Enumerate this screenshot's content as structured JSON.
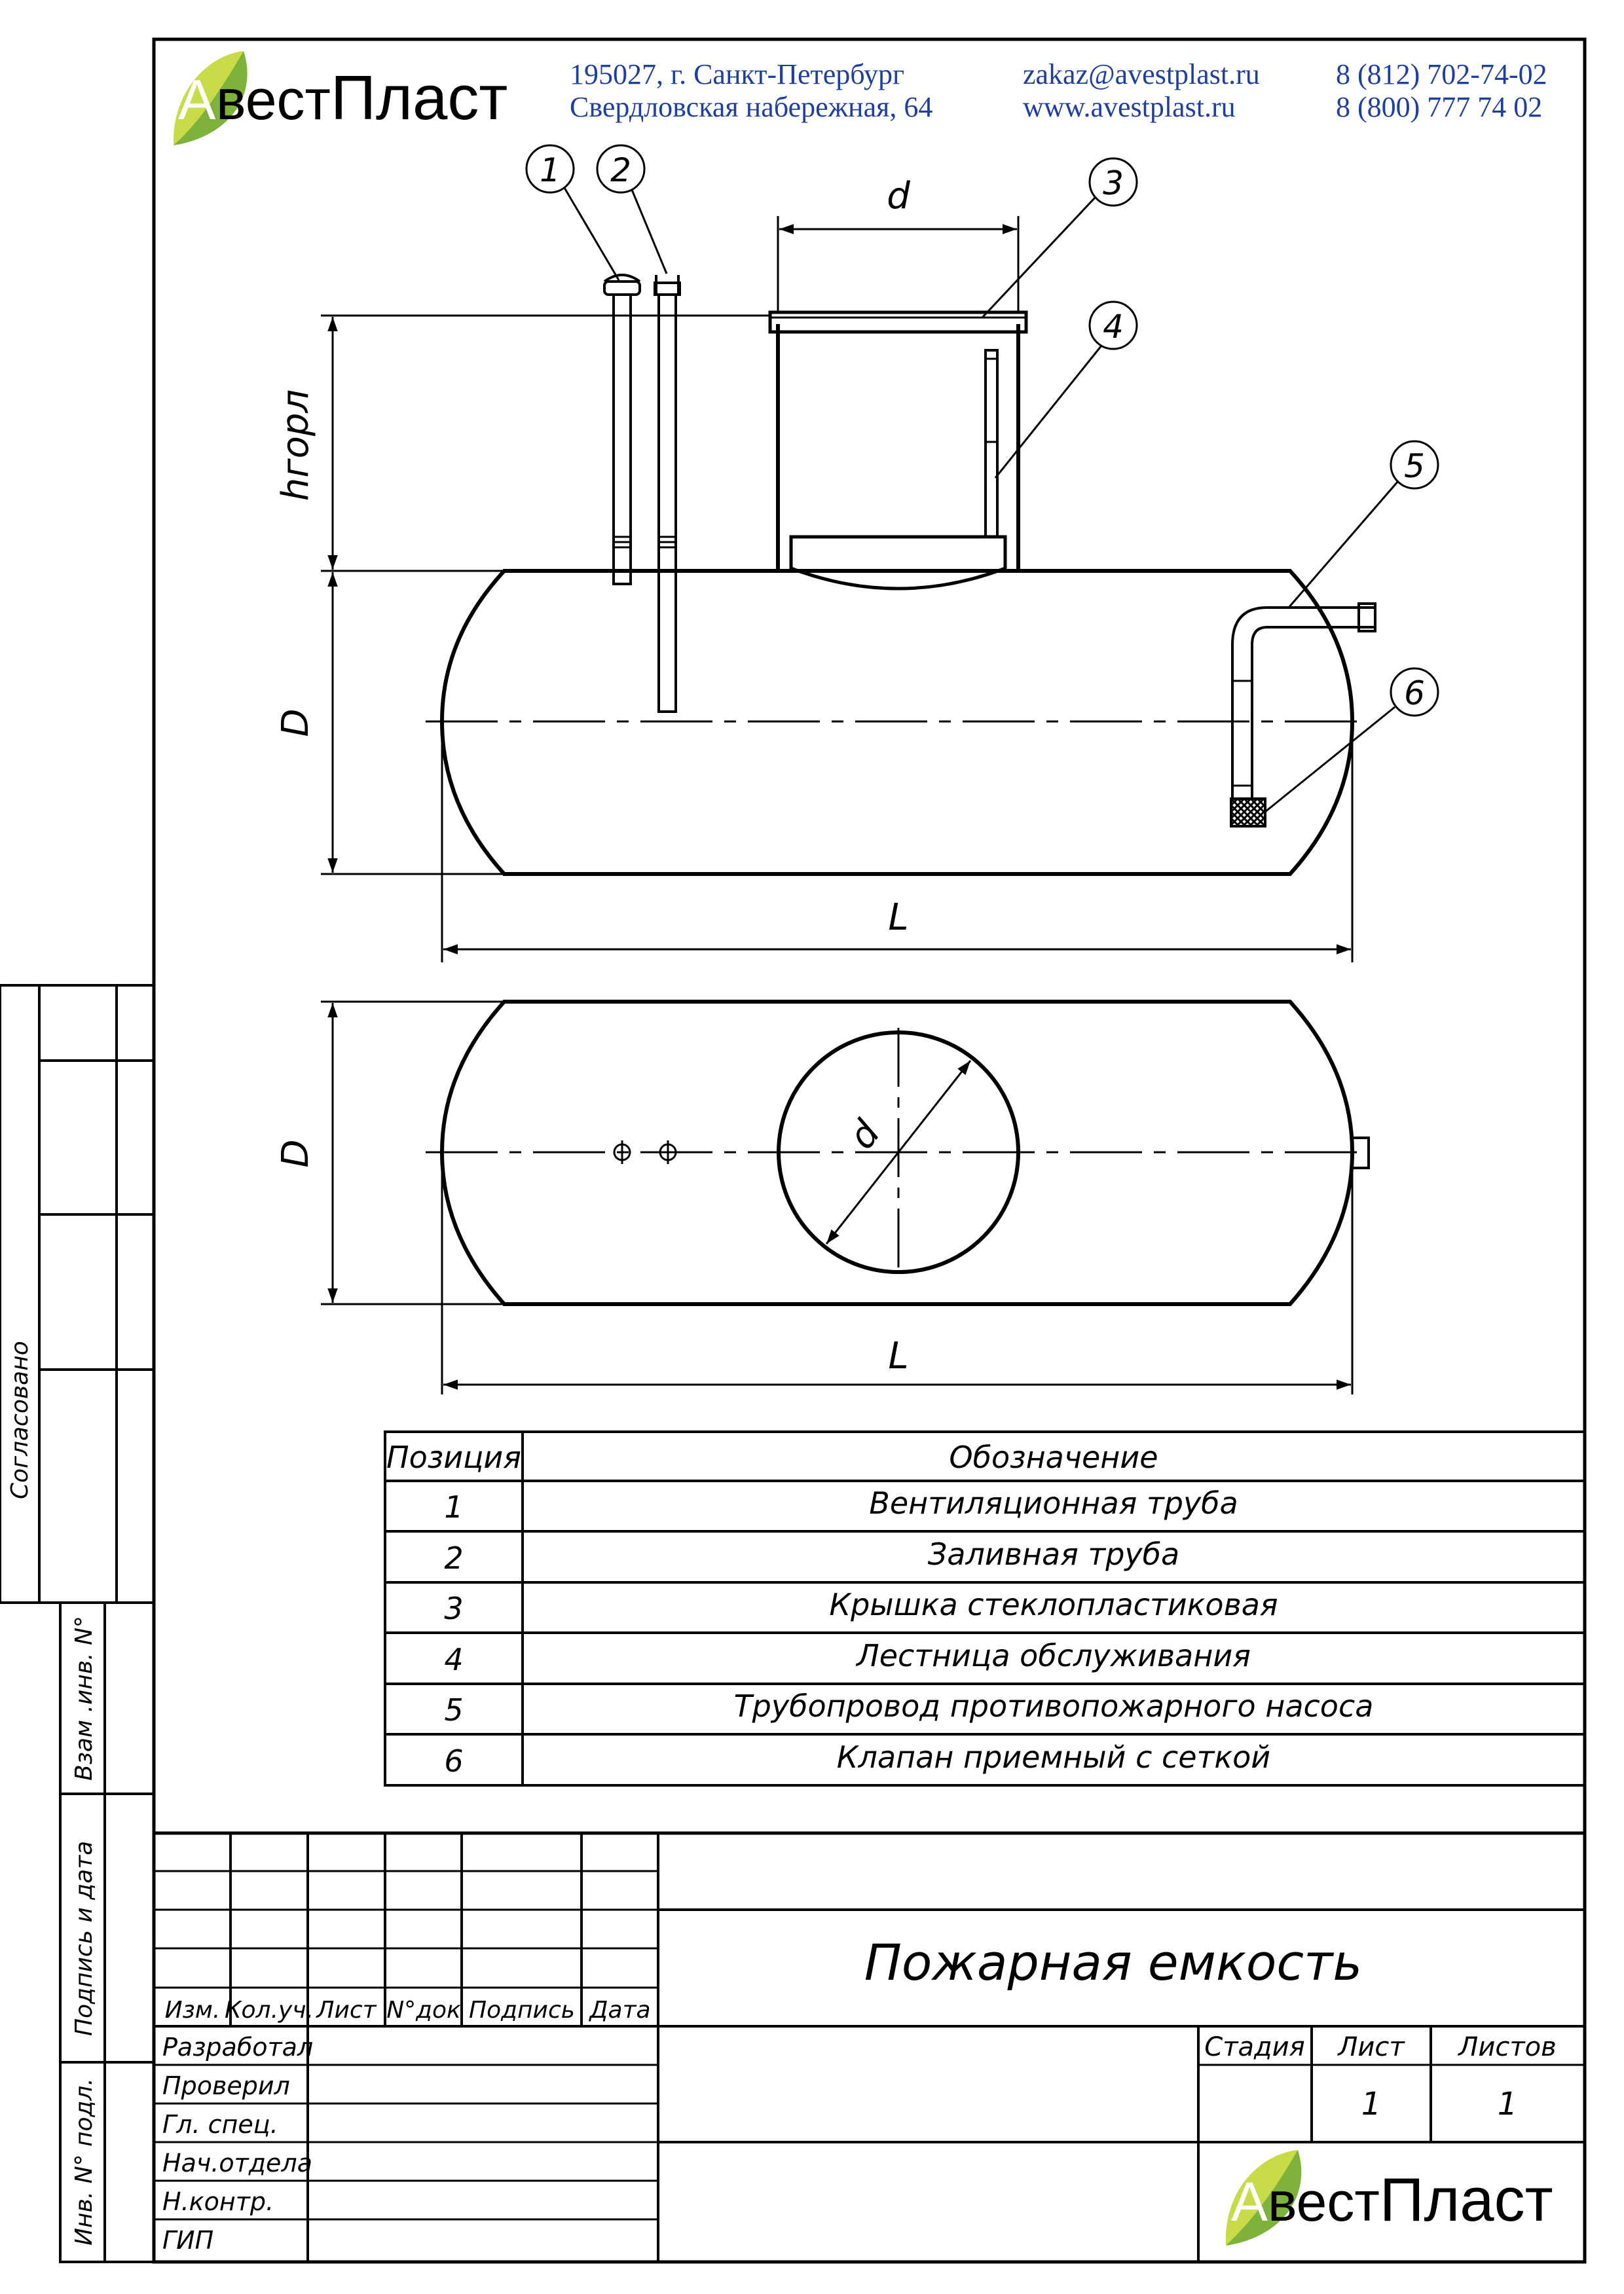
{
  "header": {
    "logo_letter": "А",
    "logo_rest_1": "вест",
    "logo_rest_2": "Пласт",
    "address_line1": "195027, г. Санкт-Петербург",
    "address_line2": "Свердловская набережная, 64",
    "email": "zakaz@avestplast.ru",
    "website": "www.avestplast.ru",
    "phone1": "8 (812) 702-74-02",
    "phone2": "8 (800) 777 74 02"
  },
  "colors": {
    "logo_leaf_light": "#c8dc4a",
    "logo_leaf_dark": "#7fb23a",
    "line": "#000000"
  },
  "drawing": {
    "callouts": [
      "1",
      "2",
      "3",
      "4",
      "5",
      "6"
    ],
    "dim_d": "d",
    "dim_D": "D",
    "dim_L": "L",
    "dim_h": "hгорл"
  },
  "parts_table": {
    "header_position": "Позиция",
    "header_designation": "Обозначение",
    "rows": [
      {
        "pos": "1",
        "name": "Вентиляционная  труба"
      },
      {
        "pos": "2",
        "name": "Заливная  труба"
      },
      {
        "pos": "3",
        "name": "Крышка  стеклопластиковая"
      },
      {
        "pos": "4",
        "name": "Лестница  обслуживания"
      },
      {
        "pos": "5",
        "name": "Трубопровод  противопожарного  насоса"
      },
      {
        "pos": "6",
        "name": "Клапан  приемный  с  сеткой"
      }
    ]
  },
  "side_stamp": {
    "agreed": "Согласовано",
    "inv_swap": "Взам .инв. N°",
    "sign_date": "Подпись и дата",
    "inv_orig": "Инв. N° подл."
  },
  "title_block": {
    "title": "Пожарная  емкость",
    "col_headers": [
      "Изм.",
      "Кол.уч.",
      "Лист",
      "N°док",
      "Подпись",
      "Дата"
    ],
    "roles": [
      "Разработал",
      "Проверил",
      "Гл.  спец.",
      "Нач.отдела",
      "Н.контр.",
      "ГИП"
    ],
    "stage_label": "Стадия",
    "sheet_label": "Лист",
    "sheets_label": "Листов",
    "sheet_value": "1",
    "sheets_value": "1"
  }
}
